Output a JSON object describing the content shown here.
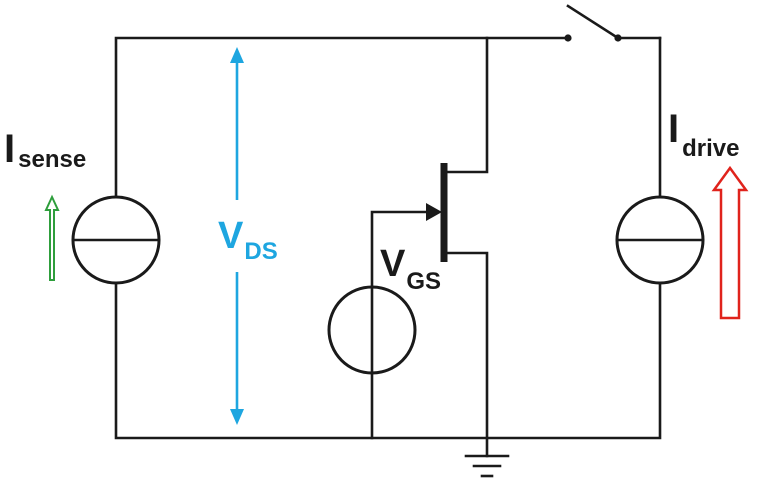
{
  "labels": {
    "i_sense_main": "I",
    "i_sense_sub": "sense",
    "v_ds_main": "V",
    "v_ds_sub": "DS",
    "v_gs_main": "V",
    "v_gs_sub": "GS",
    "i_drive_main": "I",
    "i_drive_sub": "drive"
  },
  "colors": {
    "wire": "#1a1a1a",
    "v_ds": "#1ea6e0",
    "i_sense_arrow": "#2e9e3c",
    "i_drive_arrow": "#e0231c",
    "label_text": "#1a1a1a"
  },
  "icons": {
    "switch": "switch-open-icon",
    "ground": "ground-icon",
    "transistor": "jfet-n-channel-icon"
  }
}
